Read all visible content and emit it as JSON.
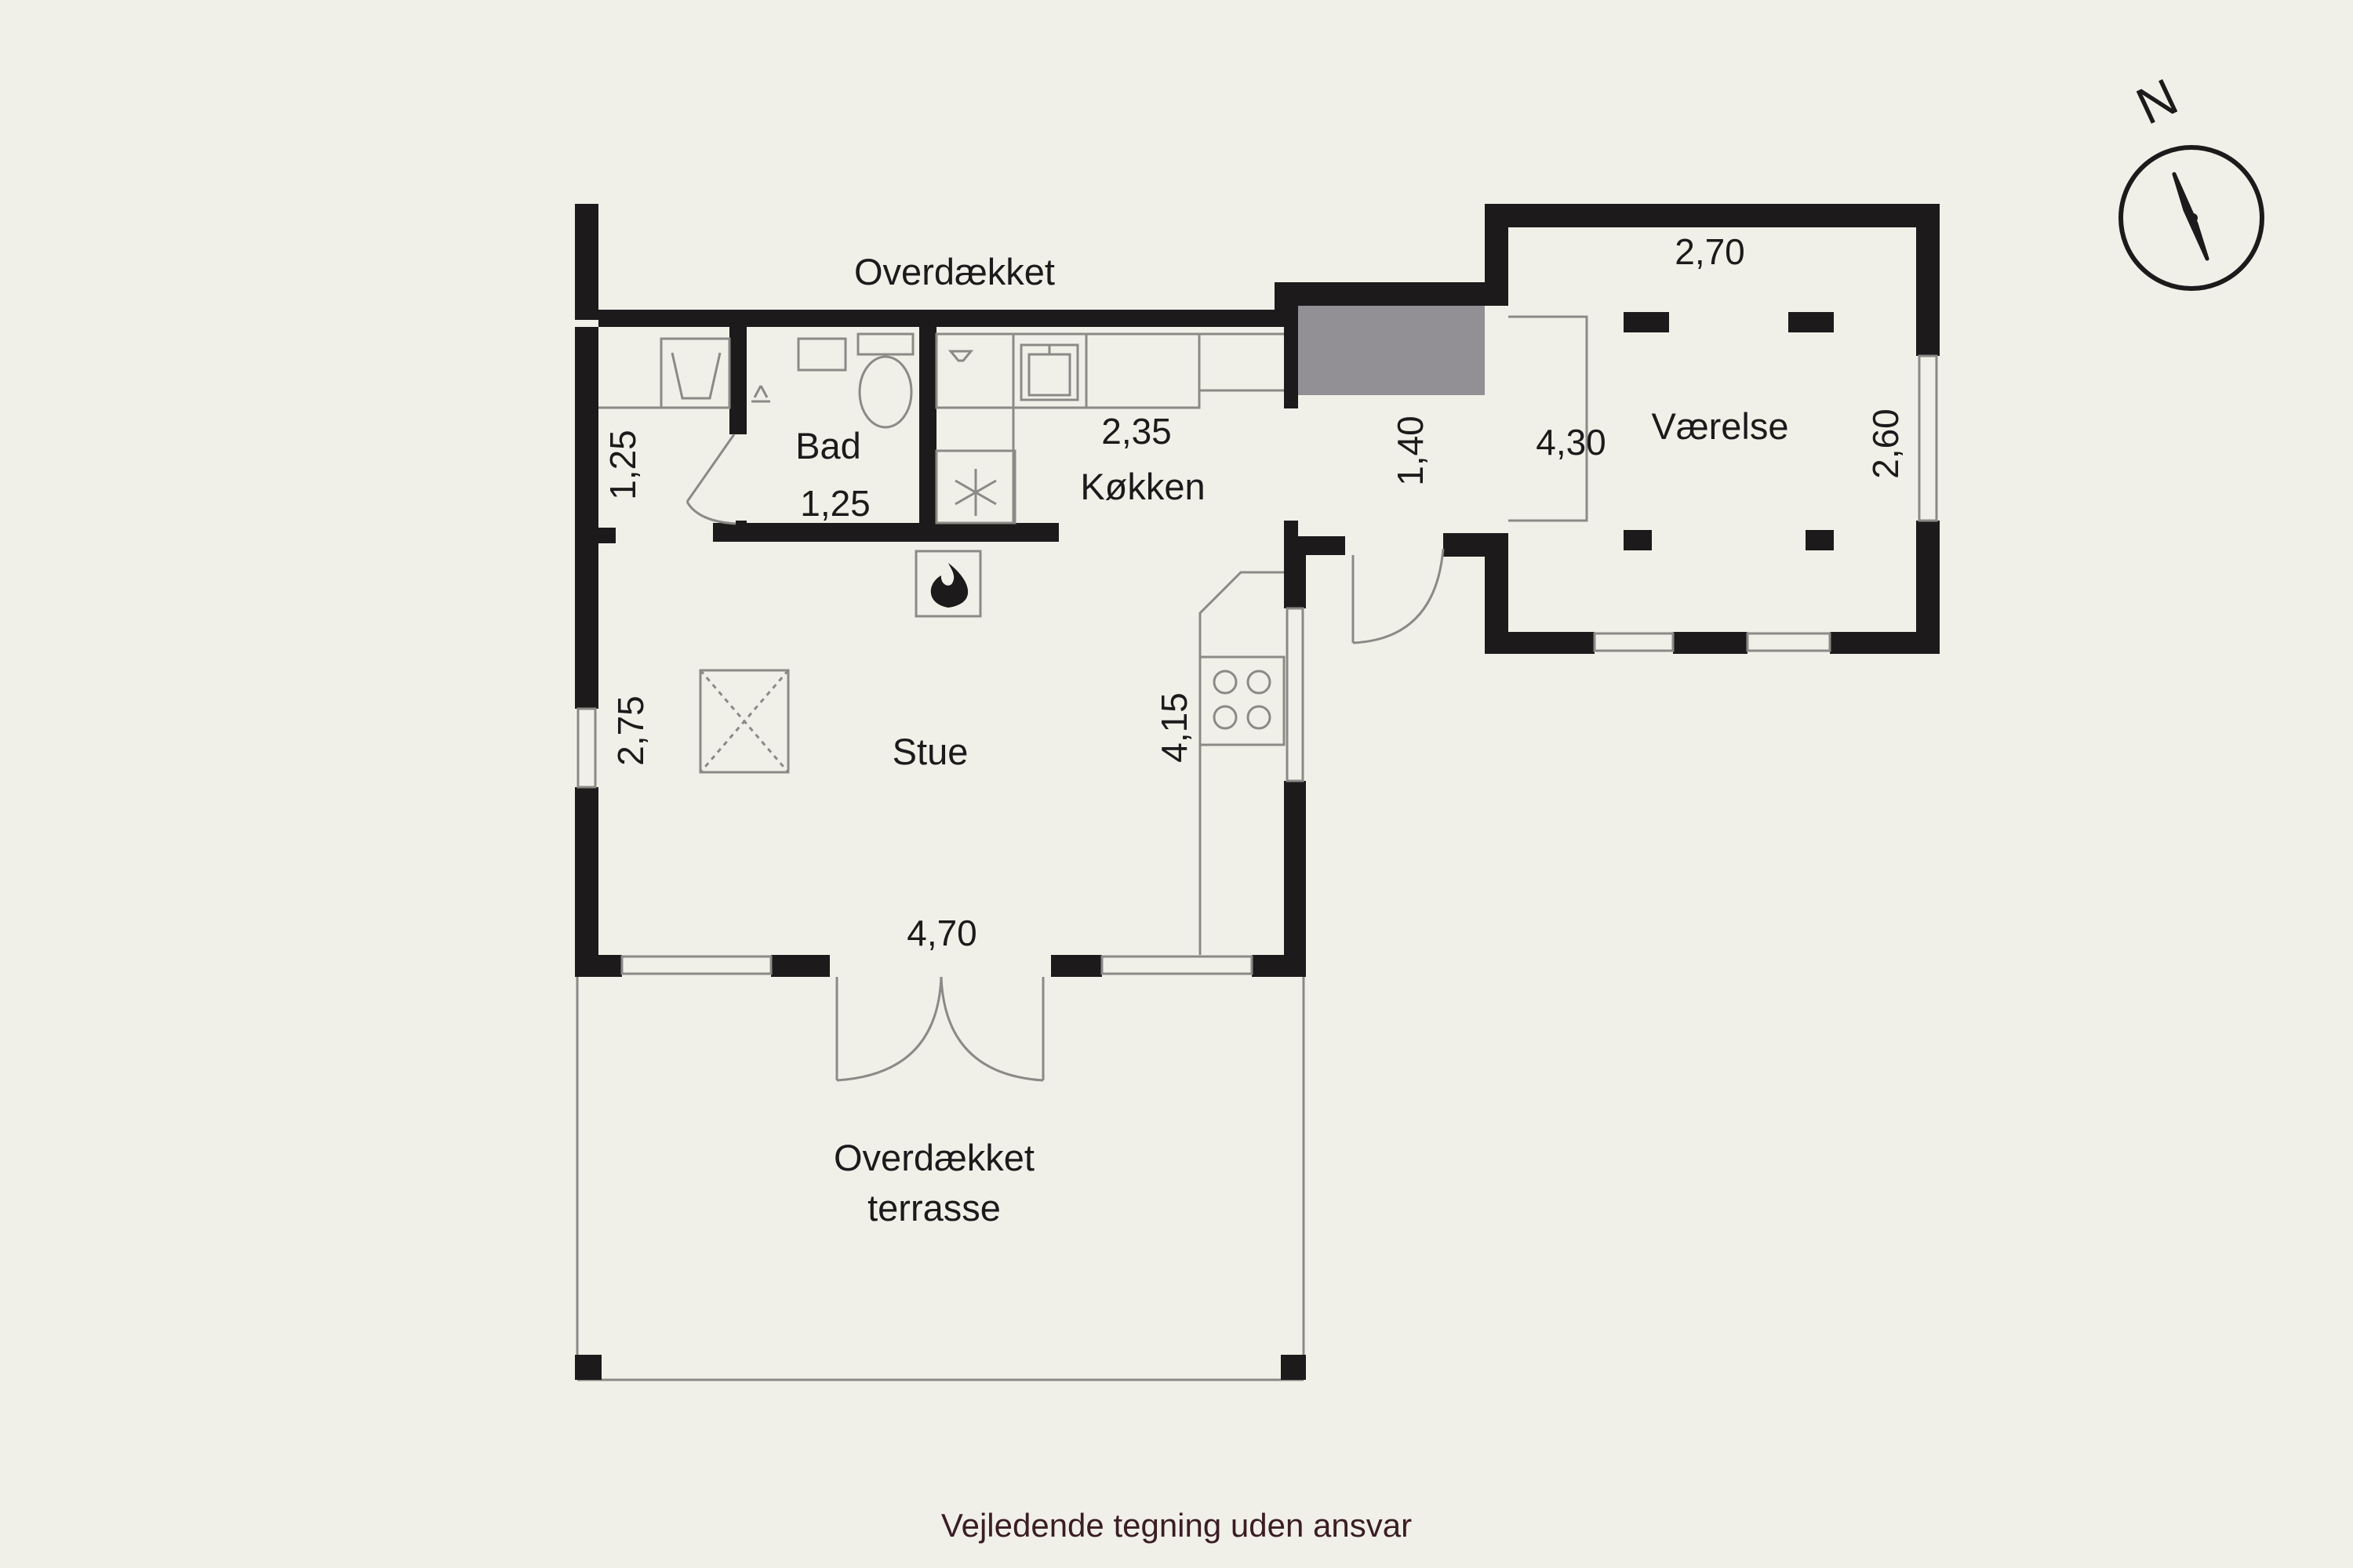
{
  "rooms": {
    "overdaekket_top": "Overdækket",
    "bad": "Bad",
    "kokken": "Køkken",
    "vaerelse": "Værelse",
    "stue": "Stue",
    "terrasse_line1": "Overdækket",
    "terrasse_line2": "terrasse"
  },
  "dimensions": {
    "bad_width": "1,25",
    "bad_depth": "1,25",
    "kokken_width": "2,35",
    "hall_depth": "1,40",
    "vaerelse_width": "2,70",
    "vaerelse_length": "4,30",
    "vaerelse_depth": "2,60",
    "stue_depth": "2,75",
    "stue_length": "4,15",
    "stue_width": "4,70"
  },
  "compass": {
    "label": "N"
  },
  "footer": {
    "disclaimer": "Vejledende tegning uden ansvar"
  },
  "colors": {
    "background": "#f1f0e8",
    "wall": "#1c1a1b",
    "fixture": "#8a8a87",
    "fireplace_block": "#929095",
    "footer_text": "#3a1d25"
  }
}
